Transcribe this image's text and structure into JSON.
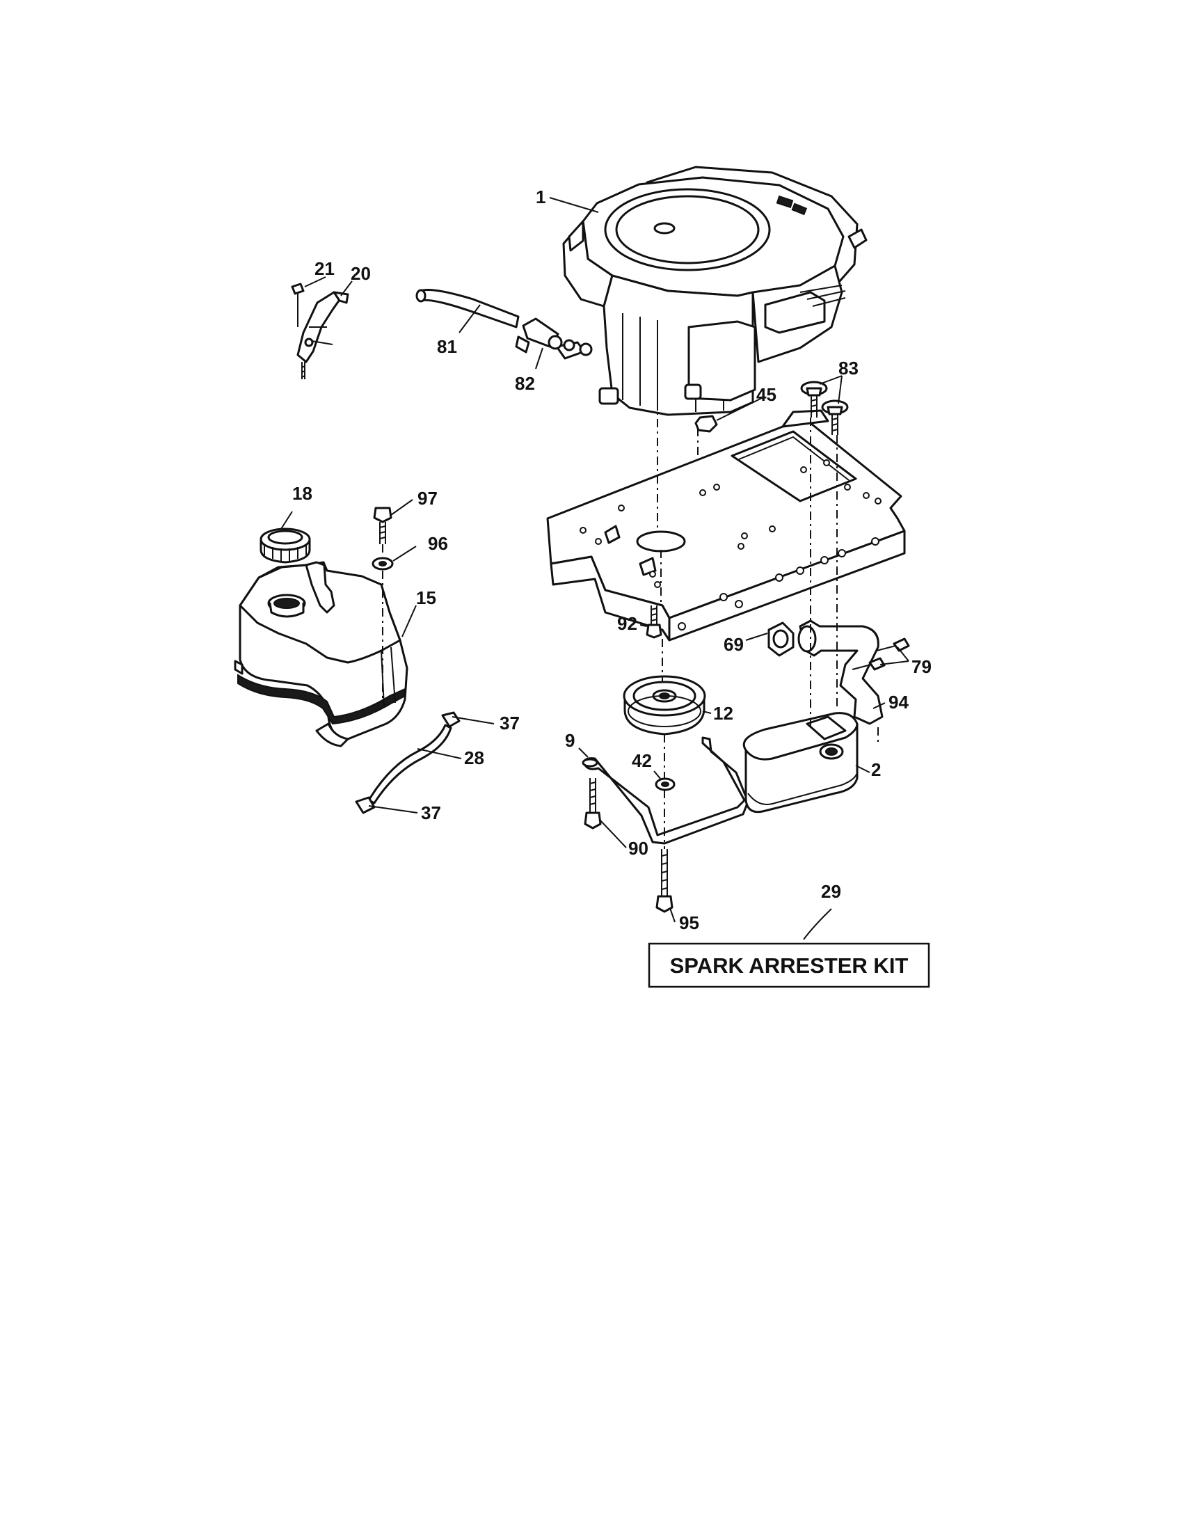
{
  "callouts": {
    "c1": "1",
    "c2": "2",
    "c9": "9",
    "c12": "12",
    "c15": "15",
    "c18": "18",
    "c20": "20",
    "c21": "21",
    "c28": "28",
    "c29": "29",
    "c37a": "37",
    "c37b": "37",
    "c42": "42",
    "c45": "45",
    "c69": "69",
    "c79": "79",
    "c81": "81",
    "c82": "82",
    "c83": "83",
    "c90": "90",
    "c92": "92",
    "c94": "94",
    "c95": "95",
    "c96": "96",
    "c97": "97"
  },
  "kit_label": "SPARK ARRESTER KIT"
}
